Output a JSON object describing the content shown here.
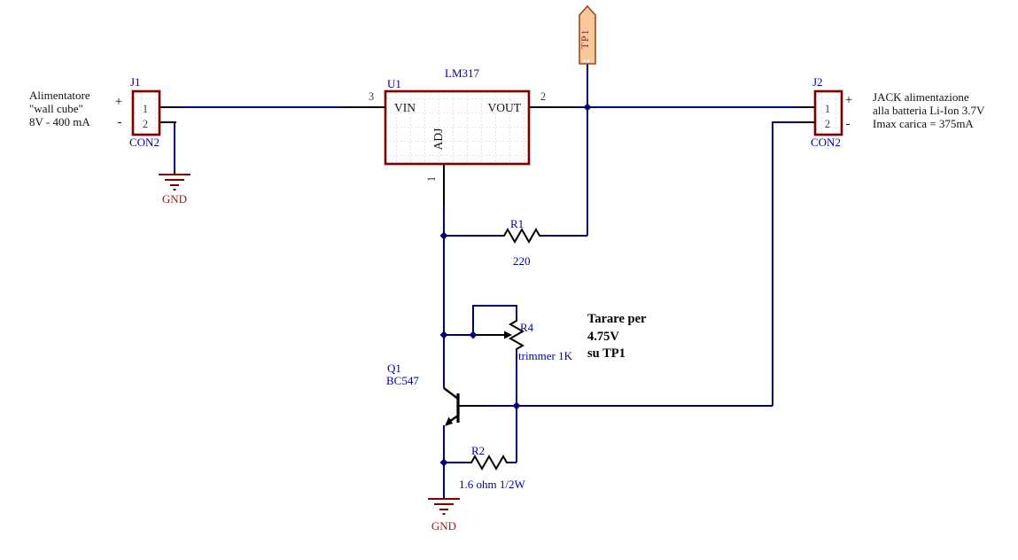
{
  "colors": {
    "wire": "#000070",
    "pin": "#000000",
    "symbol_border": "#7d0000",
    "symbol_fill": "#fcc9f2",
    "label": "#0000a2",
    "pin_text": "#3d3d52",
    "gnd": "#9b1b1b",
    "testpoint_fill": "#f7c998",
    "testpoint_border": "#9a4a22",
    "testpoint_text": "#8b2252",
    "annotation": "#111111"
  },
  "components": {
    "u1": {
      "designator": "U1",
      "part": "LM317",
      "pin_vin": "VIN",
      "pin_vout": "VOUT",
      "pin_adj": "ADJ",
      "pin_no_vin": "3",
      "pin_no_vout": "2",
      "pin_no_adj": "1"
    },
    "j1": {
      "designator": "J1",
      "type_label": "CON2",
      "pin1": "1",
      "pin2": "2",
      "plus": "+",
      "minus": "-"
    },
    "j2": {
      "designator": "J2",
      "type_label": "CON2",
      "pin1": "1",
      "pin2": "2",
      "plus": "+",
      "minus": "-"
    },
    "r1": {
      "designator": "R1",
      "value": "220"
    },
    "r4": {
      "designator": "R4",
      "value": "trimmer 1K"
    },
    "r2": {
      "designator": "R2",
      "value": "1.6 ohm 1/2W"
    },
    "q1": {
      "designator": "Q1",
      "value": "BC547"
    },
    "tp1": {
      "designator": "TP1"
    },
    "gnd_left": {
      "label": "GND"
    },
    "gnd_bottom": {
      "label": "GND"
    }
  },
  "notes": {
    "input": [
      "Alimentatore",
      "\"wall cube\"",
      "8V - 400 mA"
    ],
    "output": [
      "JACK alimentazione",
      "alla batteria Li-Ion 3.7V",
      "Imax carica = 375mA"
    ],
    "calibration": [
      "Tarare per",
      "4.75V",
      "su TP1"
    ]
  }
}
